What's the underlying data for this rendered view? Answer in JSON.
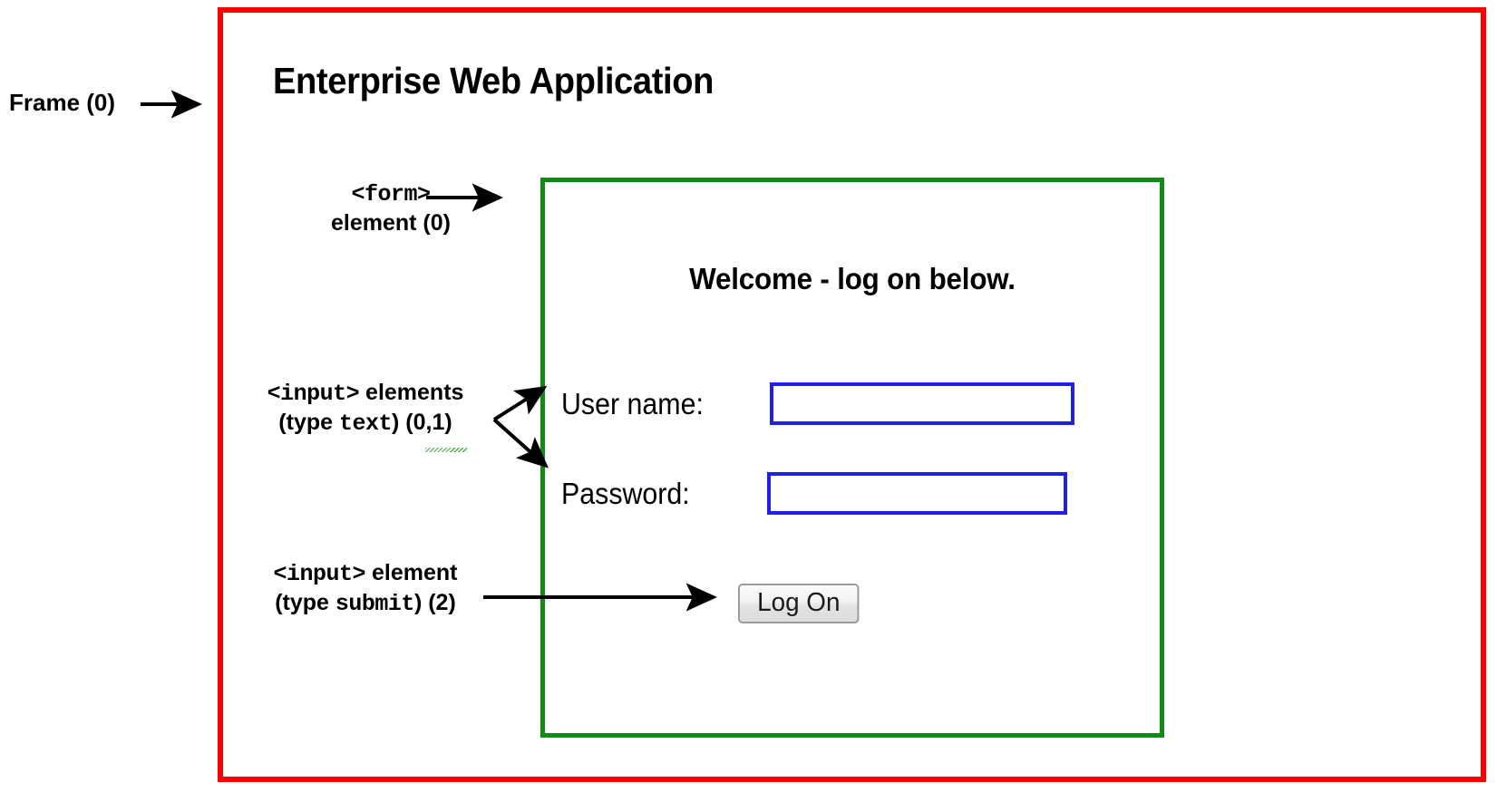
{
  "annotations": {
    "frame": {
      "label": "Frame (0)",
      "target": "red outer frame border"
    },
    "form": {
      "tag": "<form>",
      "text": "element (0)"
    },
    "text_inputs": {
      "tag": "<input>",
      "text1": "elements",
      "text2a": "(type ",
      "tag2": "text",
      "text2b": ") (0,1)"
    },
    "submit_input": {
      "tag": "<input>",
      "text1": "element",
      "text2a": "(type ",
      "tag2": "submit",
      "text2b": ") (2)"
    }
  },
  "frame": {
    "border_color": "#fe0000",
    "app_title": "Enterprise Web Application"
  },
  "form": {
    "border_color": "#138a13",
    "heading": "Welcome - log on below.",
    "fields": [
      {
        "label": "User name:",
        "value": "",
        "placeholder": "",
        "type": "text",
        "border_color": "#2020e8"
      },
      {
        "label": "Password:",
        "value": "",
        "placeholder": "",
        "type": "text",
        "border_color": "#2020e8"
      }
    ],
    "submit_label": "Log On"
  }
}
